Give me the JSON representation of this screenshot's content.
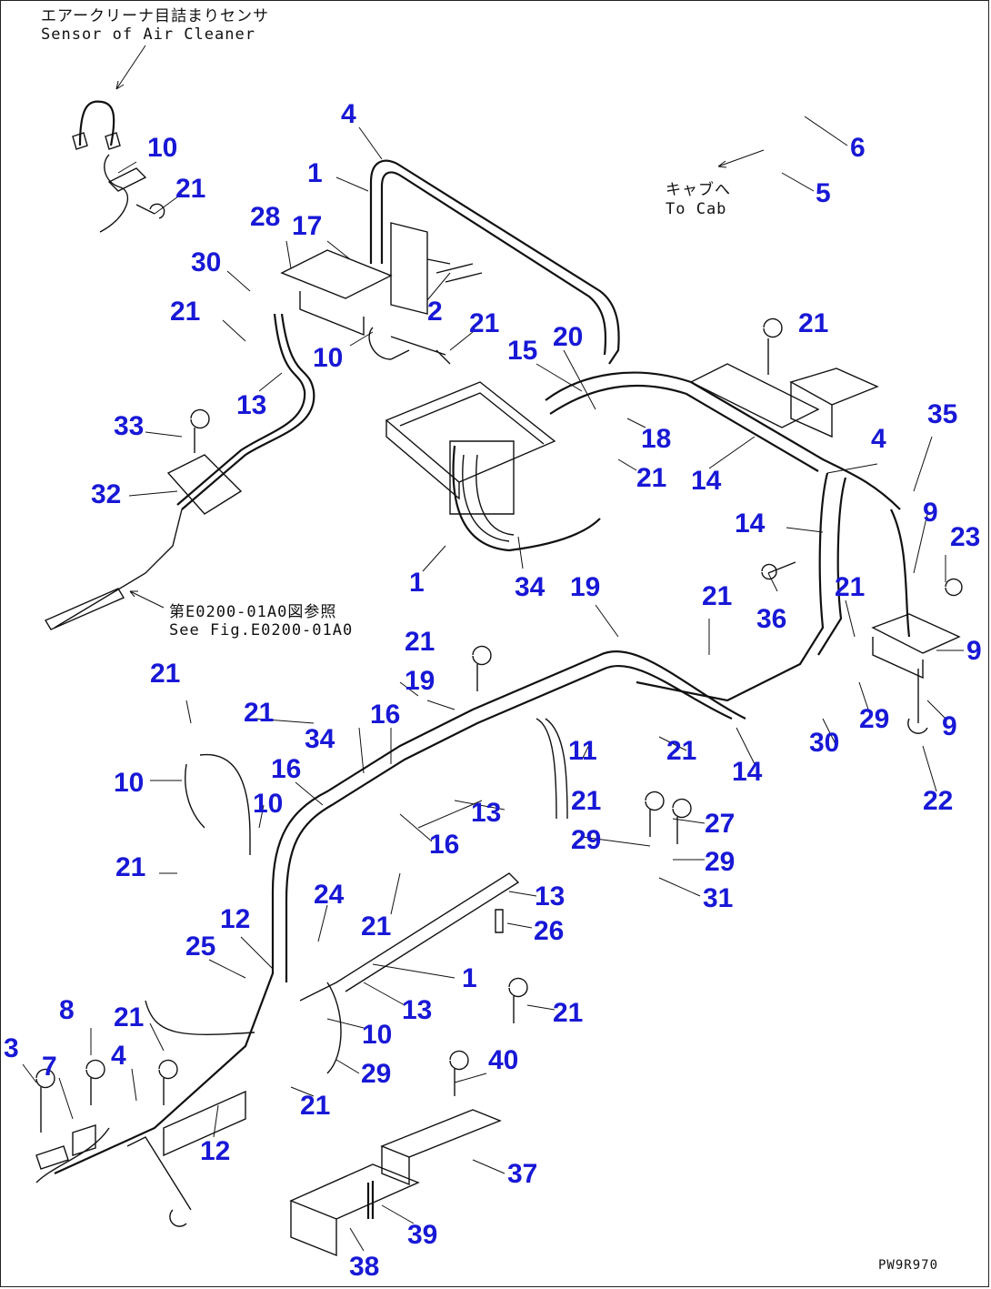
{
  "captions": {
    "sensor_jp": "エアークリーナ目詰まりセンサ",
    "sensor_en": "Sensor of Air Cleaner",
    "cab_jp": "キャブへ",
    "cab_en": "To Cab",
    "fig_jp": "第E0200-01A0図参照",
    "fig_en": "See Fig.E0200-01A0",
    "code": "PW9R970"
  },
  "colors": {
    "callout": "#1818d6",
    "line": "#111111"
  },
  "callouts": [
    {
      "id": "c4a",
      "label": "4"
    },
    {
      "id": "c1a",
      "label": "1"
    },
    {
      "id": "c10a",
      "label": "10"
    },
    {
      "id": "c21a",
      "label": "21"
    },
    {
      "id": "c6",
      "label": "6"
    },
    {
      "id": "c5",
      "label": "5"
    },
    {
      "id": "c28",
      "label": "28"
    },
    {
      "id": "c17",
      "label": "17"
    },
    {
      "id": "c30a",
      "label": "30"
    },
    {
      "id": "c21b",
      "label": "21"
    },
    {
      "id": "c2",
      "label": "2"
    },
    {
      "id": "c21c",
      "label": "21"
    },
    {
      "id": "c10b",
      "label": "10"
    },
    {
      "id": "c13a",
      "label": "13"
    },
    {
      "id": "c15",
      "label": "15"
    },
    {
      "id": "c20",
      "label": "20"
    },
    {
      "id": "c21d",
      "label": "21"
    },
    {
      "id": "c18",
      "label": "18"
    },
    {
      "id": "c21e",
      "label": "21"
    },
    {
      "id": "c14a",
      "label": "14"
    },
    {
      "id": "c33",
      "label": "33"
    },
    {
      "id": "c32",
      "label": "32"
    },
    {
      "id": "c4b",
      "label": "4"
    },
    {
      "id": "c35",
      "label": "35"
    },
    {
      "id": "c9a",
      "label": "9"
    },
    {
      "id": "c14b",
      "label": "14"
    },
    {
      "id": "c23",
      "label": "23"
    },
    {
      "id": "c1b",
      "label": "1"
    },
    {
      "id": "c34a",
      "label": "34"
    },
    {
      "id": "c19a",
      "label": "19"
    },
    {
      "id": "c21f",
      "label": "21"
    },
    {
      "id": "c21g",
      "label": "21"
    },
    {
      "id": "c36",
      "label": "36"
    },
    {
      "id": "c9b",
      "label": "9"
    },
    {
      "id": "c21h",
      "label": "21"
    },
    {
      "id": "c21i",
      "label": "21"
    },
    {
      "id": "c19b",
      "label": "19"
    },
    {
      "id": "c21j",
      "label": "21"
    },
    {
      "id": "c34b",
      "label": "34"
    },
    {
      "id": "c16a",
      "label": "16"
    },
    {
      "id": "c29a",
      "label": "29"
    },
    {
      "id": "c30b",
      "label": "30"
    },
    {
      "id": "c9c",
      "label": "9"
    },
    {
      "id": "c10c",
      "label": "10"
    },
    {
      "id": "c16b",
      "label": "16"
    },
    {
      "id": "c11",
      "label": "11"
    },
    {
      "id": "c21k",
      "label": "21"
    },
    {
      "id": "c14c",
      "label": "14"
    },
    {
      "id": "c10d",
      "label": "10"
    },
    {
      "id": "c22",
      "label": "22"
    },
    {
      "id": "c13b",
      "label": "13"
    },
    {
      "id": "c21l",
      "label": "21"
    },
    {
      "id": "c27",
      "label": "27"
    },
    {
      "id": "c16c",
      "label": "16"
    },
    {
      "id": "c29b",
      "label": "29"
    },
    {
      "id": "c29c",
      "label": "29"
    },
    {
      "id": "c21m",
      "label": "21"
    },
    {
      "id": "c24",
      "label": "24"
    },
    {
      "id": "c13c",
      "label": "13"
    },
    {
      "id": "c31",
      "label": "31"
    },
    {
      "id": "c21n",
      "label": "21"
    },
    {
      "id": "c26",
      "label": "26"
    },
    {
      "id": "c12a",
      "label": "12"
    },
    {
      "id": "c25",
      "label": "25"
    },
    {
      "id": "c1c",
      "label": "1"
    },
    {
      "id": "c8",
      "label": "8"
    },
    {
      "id": "c21o",
      "label": "21"
    },
    {
      "id": "c13d",
      "label": "13"
    },
    {
      "id": "c21p",
      "label": "21"
    },
    {
      "id": "c10e",
      "label": "10"
    },
    {
      "id": "c3",
      "label": "3"
    },
    {
      "id": "c4c",
      "label": "4"
    },
    {
      "id": "c7",
      "label": "7"
    },
    {
      "id": "c40",
      "label": "40"
    },
    {
      "id": "c29d",
      "label": "29"
    },
    {
      "id": "c21q",
      "label": "21"
    },
    {
      "id": "c12b",
      "label": "12"
    },
    {
      "id": "c37",
      "label": "37"
    },
    {
      "id": "c39",
      "label": "39"
    },
    {
      "id": "c38",
      "label": "38"
    }
  ]
}
